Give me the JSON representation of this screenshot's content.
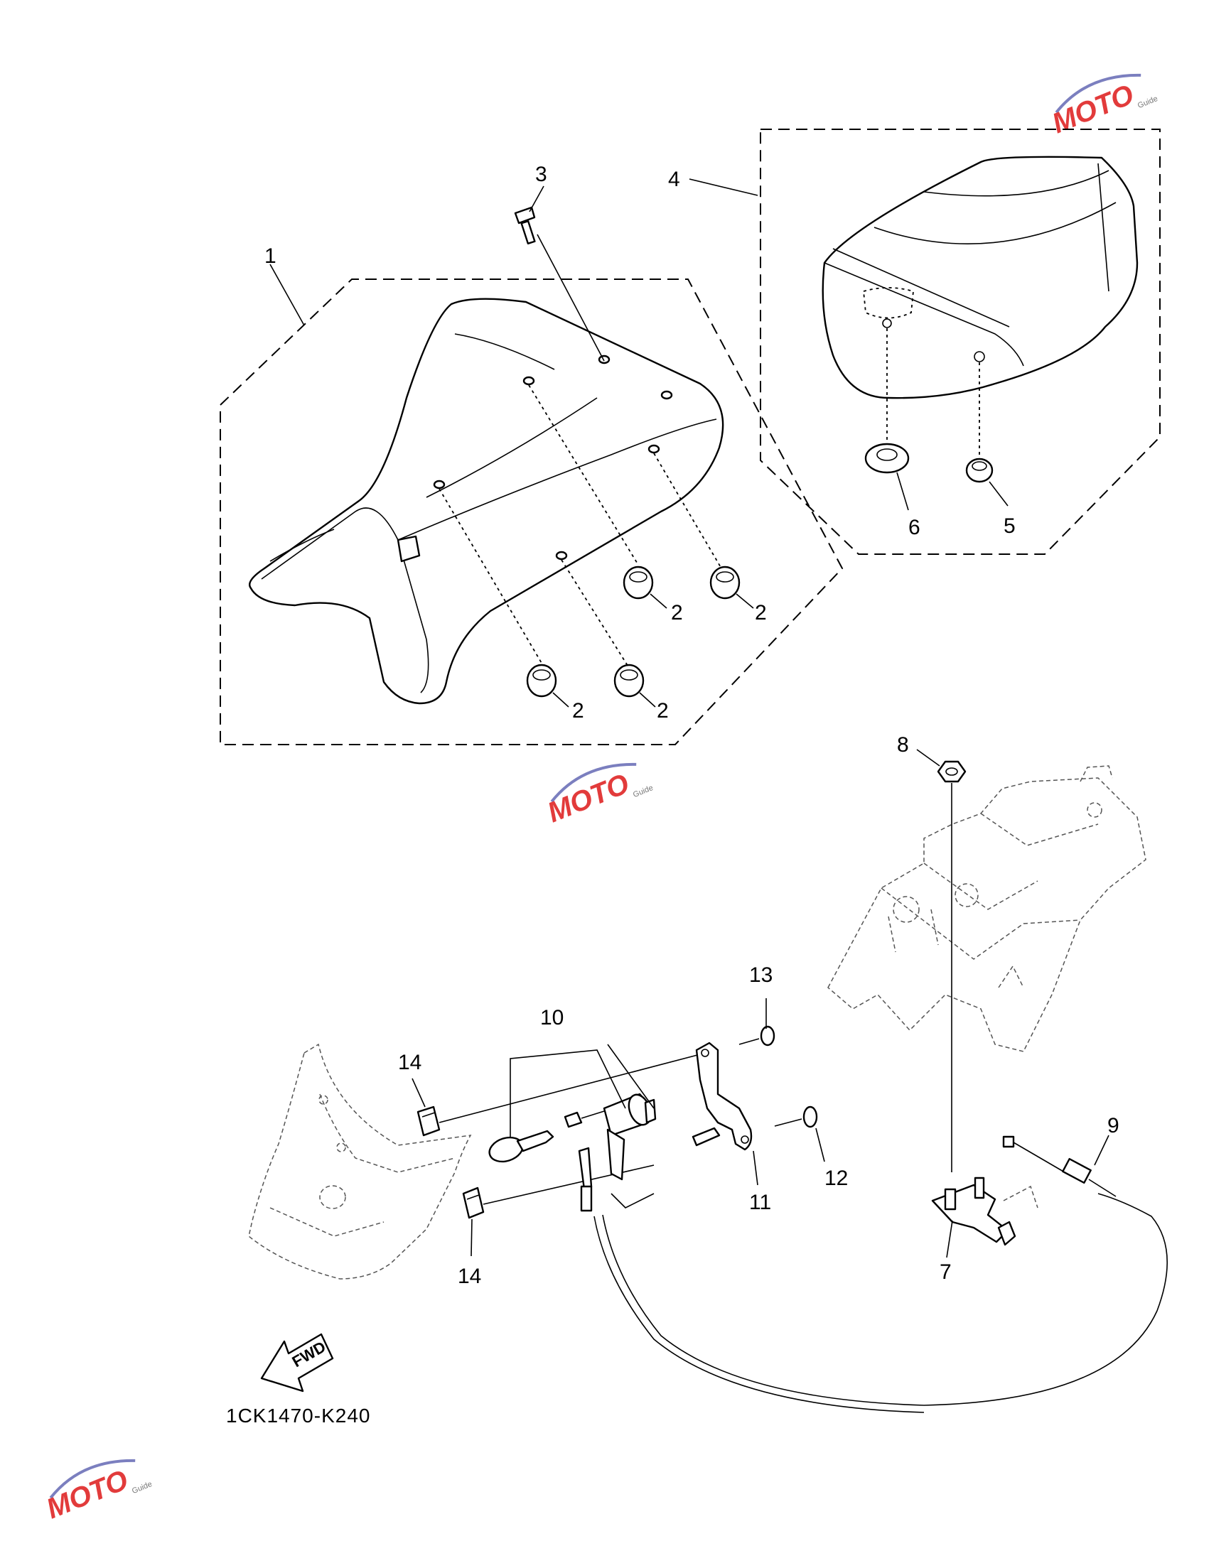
{
  "diagram": {
    "code": "1CK1470-K240",
    "fwd_label": "FWD",
    "callouts": {
      "c1": "1",
      "c2a": "2",
      "c2b": "2",
      "c2c": "2",
      "c2d": "2",
      "c3": "3",
      "c4": "4",
      "c5": "5",
      "c6": "6",
      "c7": "7",
      "c8": "8",
      "c9": "9",
      "c10": "10",
      "c11": "11",
      "c12": "12",
      "c13": "13",
      "c14a": "14",
      "c14b": "14"
    }
  },
  "watermark": {
    "logo_text": "MOTO",
    "sub_text": "Guide",
    "color": "#e23b3b"
  }
}
